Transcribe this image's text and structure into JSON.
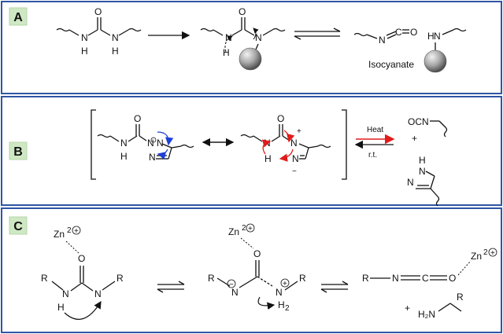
{
  "panels": {
    "a": {
      "badge": "A",
      "isocyanate_caption": "Isocyanate"
    },
    "b": {
      "badge": "B",
      "heat_label": "Heat",
      "rt_label": "r.t.",
      "product_ocn": "OCN",
      "plus": "+"
    },
    "c": {
      "badge": "C",
      "zn_label": "Zn",
      "zn_charge_sup": "2",
      "plus_symbol": "+",
      "r_label": "R",
      "n_label": "N",
      "h_label": "H",
      "o_label": "O",
      "c_label": "C",
      "h2n_label": "H₂N",
      "h2_sub": "2"
    }
  },
  "atoms": {
    "n": "N",
    "h": "H",
    "o": "O",
    "c": "C"
  },
  "colors": {
    "panel_border": "#2f56a4",
    "badge_fill": "#cfe8c4",
    "arrow_red": "#e11b1b",
    "arrow_blue": "#1d3fd6",
    "sphere_dark": "#6e6e6e",
    "sphere_light": "#e8e8e8"
  },
  "icons": {
    "sphere": "gray-sphere-substrate",
    "equilibrium": "double-half-arrow",
    "resonance": "double-headed-arrow"
  }
}
